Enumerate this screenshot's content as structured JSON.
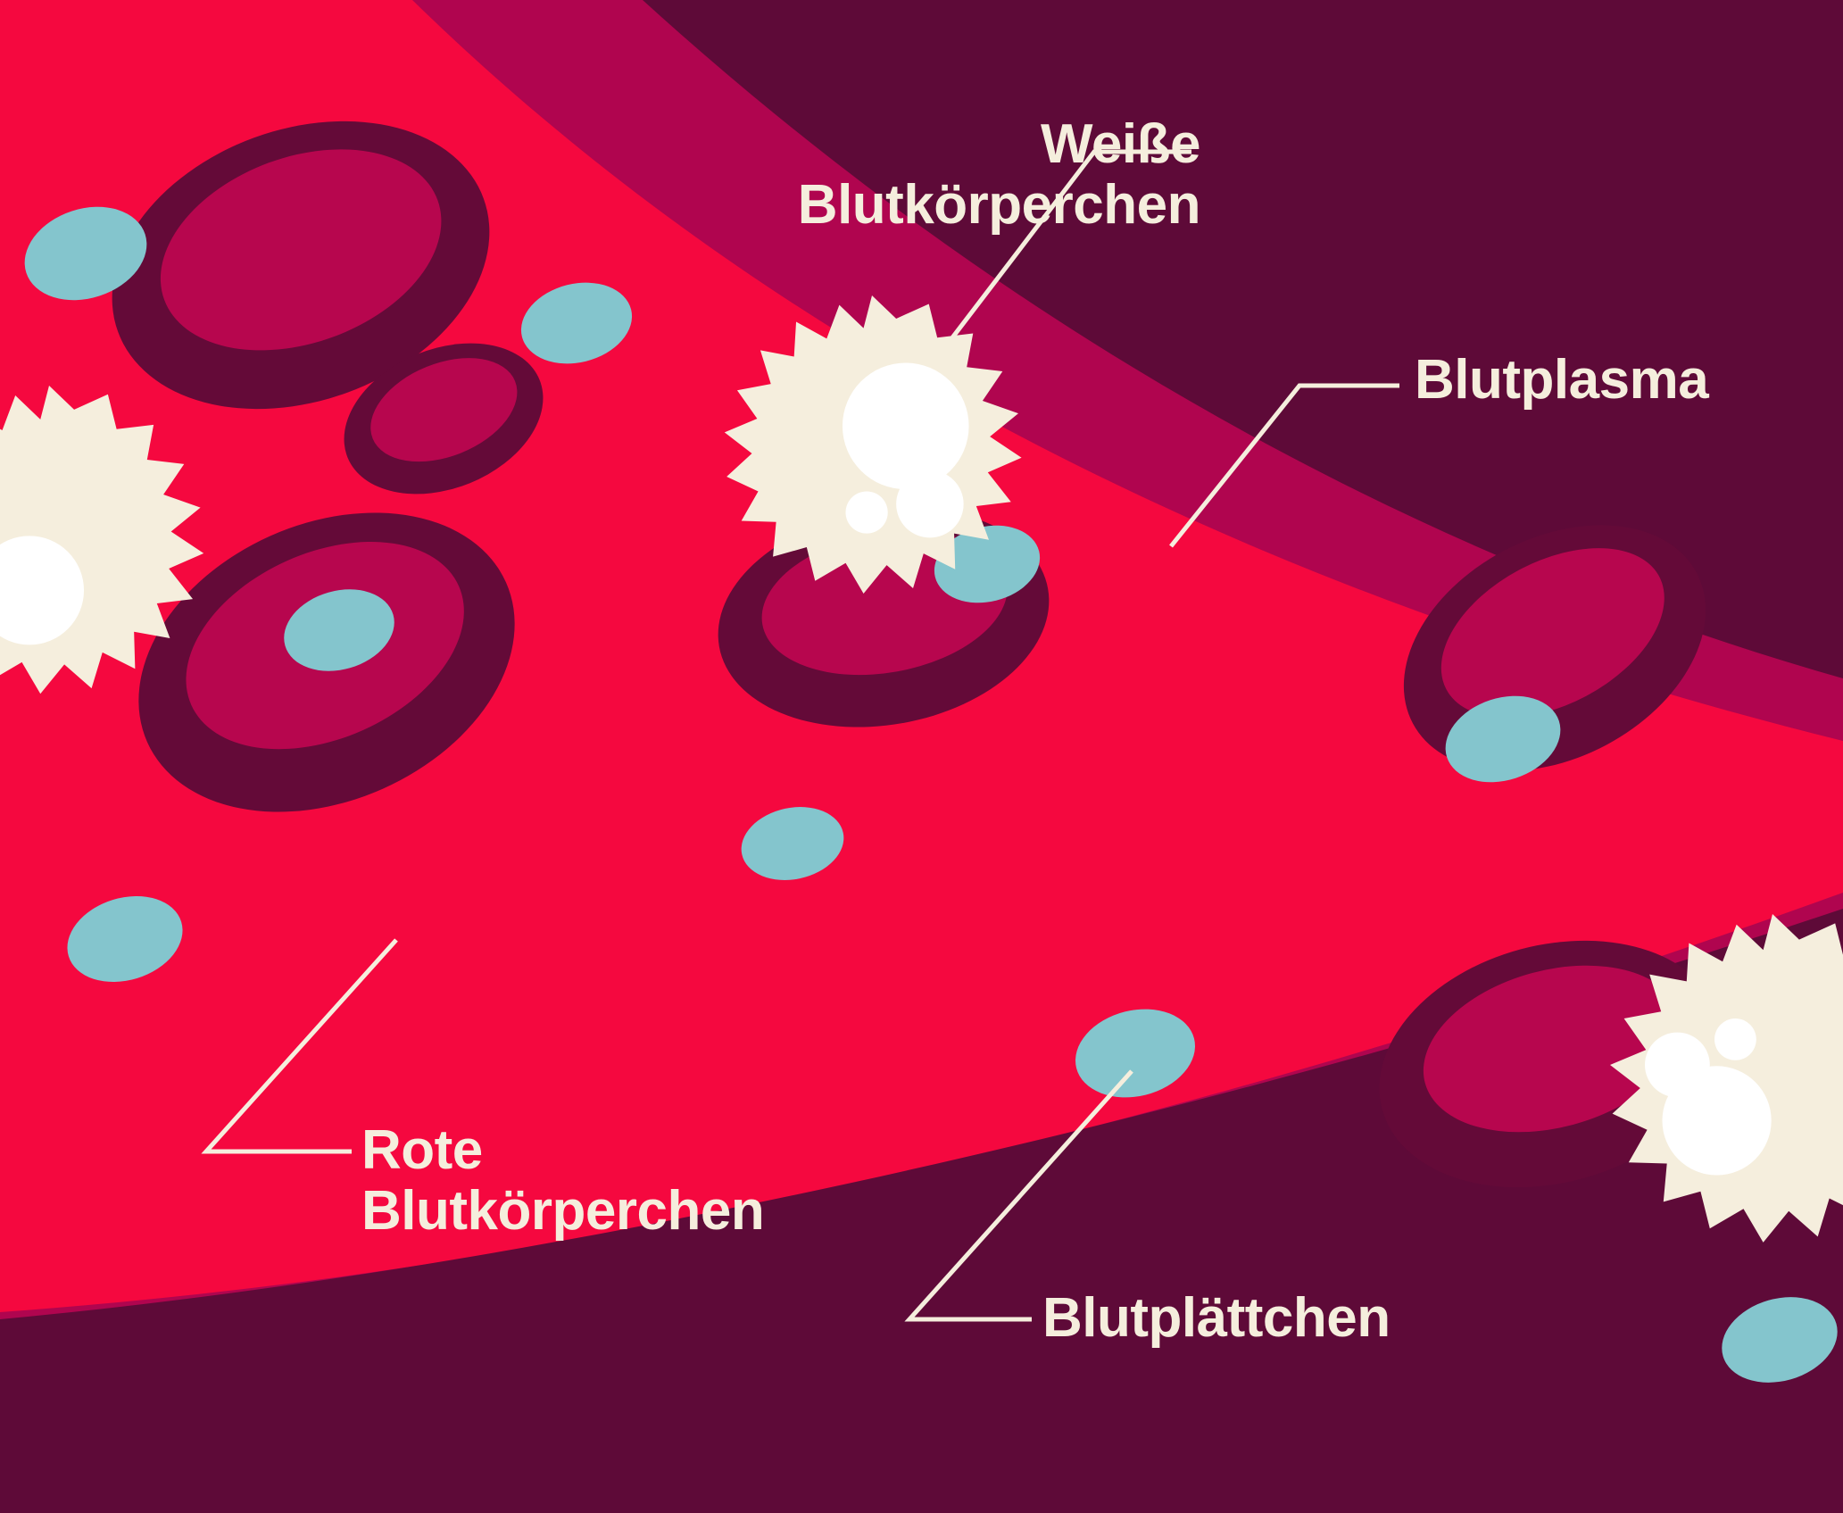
{
  "diagram": {
    "title": "Blut — Bestandteile",
    "language": "de",
    "background_color": "#5e0a38",
    "vessel_wall_color": "#b0054f",
    "plasma_color": "#f5083f",
    "palette": {
      "outer_dark": "#5e0a38",
      "vessel_mid": "#b0054f",
      "plasma_bright": "#f5083f",
      "rbc_outer": "#640a38",
      "rbc_inner": "#b7064e",
      "wbc_body": "#f5eedd",
      "wbc_vacuole": "#ffffff",
      "platelet": "#84c5cd",
      "label_text": "#f5eedd",
      "leader_line": "#f5eedd"
    }
  },
  "labels": [
    {
      "id": "wbc",
      "text": "Weiße\nBlutkörperchen",
      "line1": "Weiße",
      "line2": "Blutkörperchen",
      "points_to": "white-blood-cell"
    },
    {
      "id": "plasma",
      "text": "Blutplasma",
      "points_to": "blood-plasma"
    },
    {
      "id": "rbc",
      "text": "Rote\nBlutkörperchen",
      "line1": "Rote",
      "line2": "Blutkörperchen",
      "points_to": "red-blood-cell"
    },
    {
      "id": "platelets",
      "text": "Blutplättchen",
      "points_to": "platelet"
    }
  ],
  "elements": {
    "red_blood_cells_count": 7,
    "white_blood_cells_count": 3,
    "platelets_count": 9
  }
}
